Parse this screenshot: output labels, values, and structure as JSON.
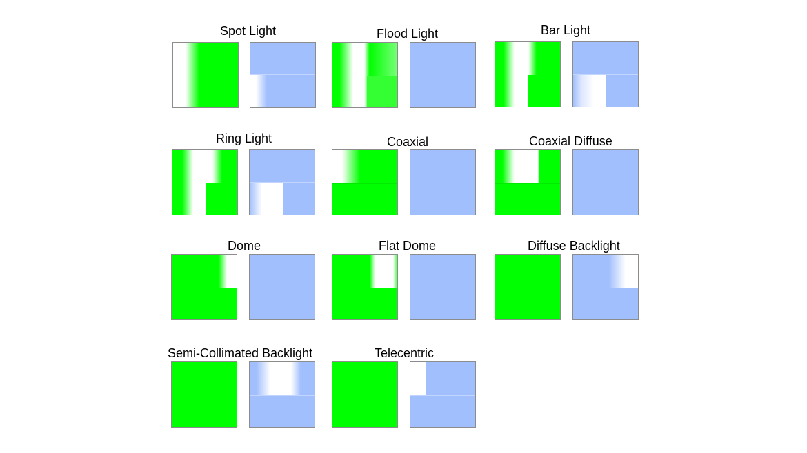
{
  "colors": {
    "green": "#00ff00",
    "blue": "#a2bffd",
    "white": "#ffffff"
  },
  "lights": [
    {
      "title": "Spot Light",
      "left_kind": "green-white-left",
      "right_kind": "blue-white-bottom-left"
    },
    {
      "title": "Flood Light",
      "left_kind": "green-white-center-wide",
      "right_kind": "blue-plain"
    },
    {
      "title": "Bar Light",
      "left_kind": "green-white-center-top",
      "right_kind": "blue-white-bottom-left-wide"
    },
    {
      "title": "Ring Light",
      "left_kind": "green-white-center-l",
      "right_kind": "blue-white-bottom-left-block"
    },
    {
      "title": "Coaxial",
      "left_kind": "green-white-top-left",
      "right_kind": "blue-plain"
    },
    {
      "title": "Coaxial Diffuse",
      "left_kind": "green-white-top-center",
      "right_kind": "blue-plain"
    },
    {
      "title": "Dome",
      "left_kind": "green-white-top-right",
      "right_kind": "blue-plain"
    },
    {
      "title": "Flat Dome",
      "left_kind": "green-white-top-right-narrow",
      "right_kind": "blue-plain"
    },
    {
      "title": "Diffuse Backlight",
      "left_kind": "green-plain",
      "right_kind": "blue-white-top-right"
    },
    {
      "title": "Semi-Collimated Backlight",
      "left_kind": "green-plain",
      "right_kind": "blue-white-top-center"
    },
    {
      "title": "Telecentric",
      "left_kind": "green-plain",
      "right_kind": "blue-white-top-left-small"
    }
  ]
}
